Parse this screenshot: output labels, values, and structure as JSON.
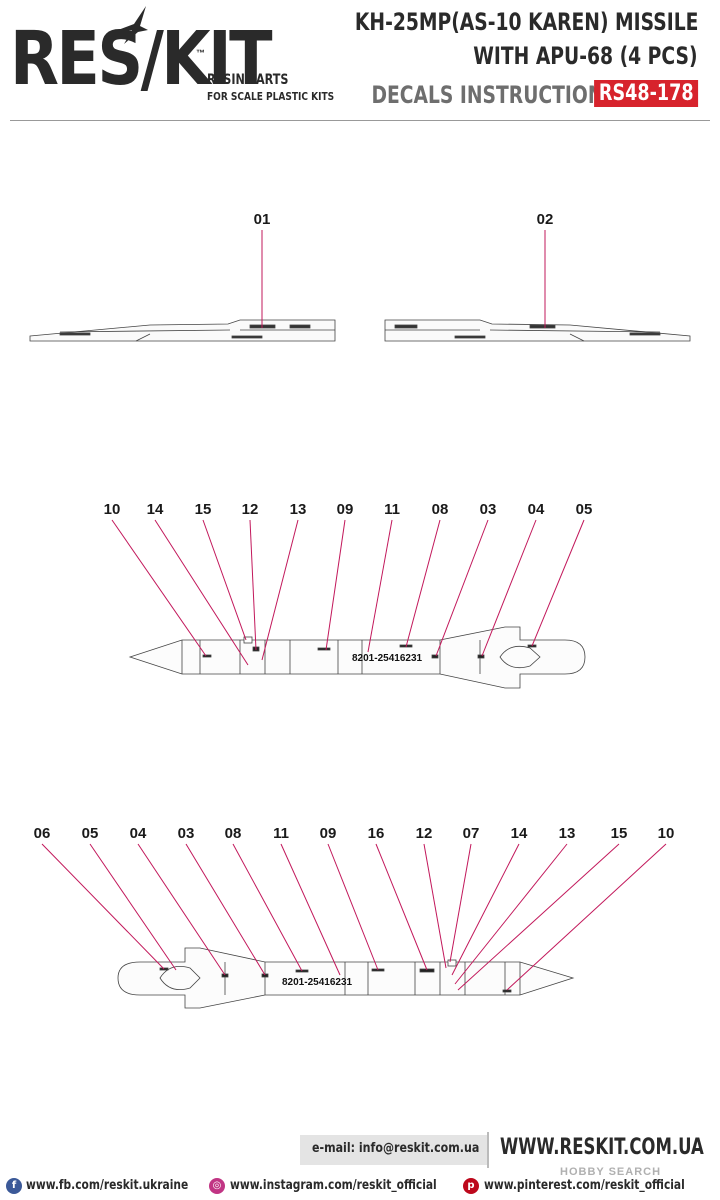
{
  "header": {
    "logo": "RES/KIT",
    "logo_tm": "™",
    "tagline_1": "RESIN PARTS",
    "tagline_2": "FOR SCALE PLASTIC KITS",
    "title_line_1": "KH-25MP(AS-10 KAREN) MISSILE",
    "title_line_2": "WITH APU-68 (4 PCS)",
    "subtitle": "DECALS INSTRUCTION",
    "product_code": "RS48-178",
    "accent_color": "#d7232c",
    "callout_line_color": "#c2185b"
  },
  "views": {
    "rails": {
      "callouts": [
        "01",
        "02"
      ]
    },
    "missile_top": {
      "callouts": [
        "10",
        "14",
        "15",
        "12",
        "13",
        "09",
        "11",
        "08",
        "03",
        "04",
        "05"
      ],
      "serial": "8201-25416231"
    },
    "missile_bottom": {
      "callouts": [
        "06",
        "05",
        "04",
        "03",
        "08",
        "11",
        "09",
        "16",
        "12",
        "07",
        "14",
        "13",
        "15",
        "10"
      ],
      "serial": "8201-25416231"
    }
  },
  "footer": {
    "email": "e-mail: info@reskit.com.ua",
    "website": "WWW.RESKIT.COM.UA",
    "facebook": "www.fb.com/reskit.ukraine",
    "instagram": "www.instagram.com/reskit_official",
    "pinterest": "www.pinterest.com/reskit_official",
    "icons": [
      "facebook-icon",
      "instagram-icon",
      "pinterest-icon"
    ]
  },
  "watermark": "HOBBY SEARCH"
}
